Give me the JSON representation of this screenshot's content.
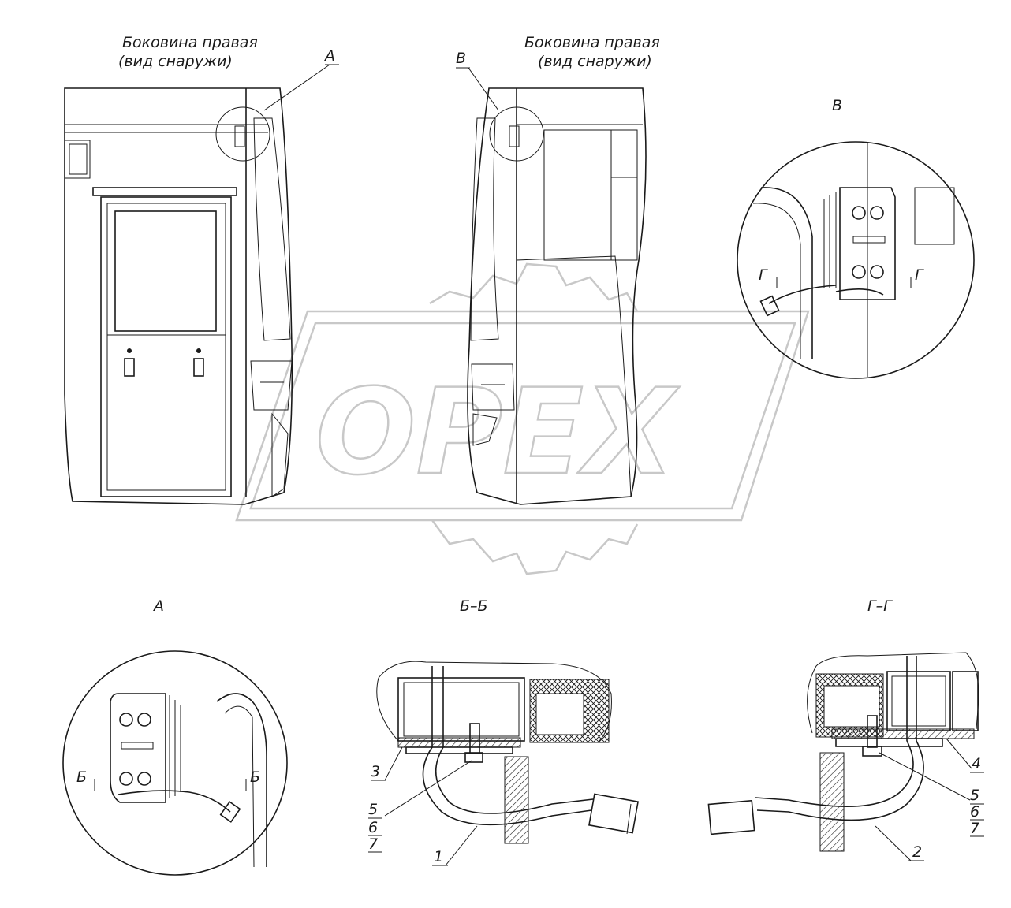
{
  "title_left": "Боковина правая",
  "subtitle_left": "(вид снаружи)",
  "title_right": "Боковина правая",
  "subtitle_right": "(вид снаружи)",
  "callout_a": "А",
  "callout_v": "В",
  "view_v_title": "В",
  "view_a_title": "А",
  "section_bb_title": "Б–Б",
  "section_gg_title": "Г–Г",
  "cut_g_left": "Г",
  "cut_g_right": "Г",
  "cut_b_left": "Б",
  "cut_b_right": "Б",
  "watermark": "OPEX",
  "bb_part_3": "3",
  "bb_part_5": "5",
  "bb_part_6": "6",
  "bb_part_7": "7",
  "bb_part_1": "1",
  "gg_part_4": "4",
  "gg_part_5": "5",
  "gg_part_6": "6",
  "gg_part_7": "7",
  "gg_part_2": "2"
}
